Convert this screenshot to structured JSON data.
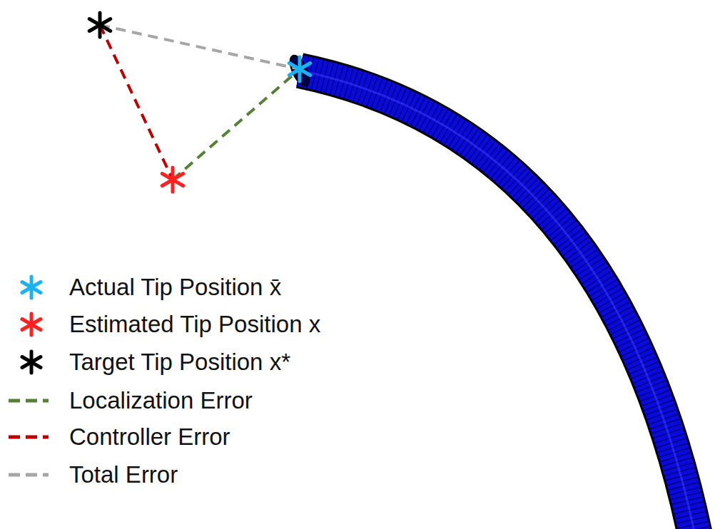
{
  "diagram": {
    "legend": [
      {
        "text": "Actual Tip Position x̄"
      },
      {
        "text": "Estimated Tip Position x"
      },
      {
        "text": "Target Tip Position x*"
      },
      {
        "text": "Localization Error"
      },
      {
        "text": "Controller Error"
      },
      {
        "text": "Total Error"
      }
    ]
  }
}
